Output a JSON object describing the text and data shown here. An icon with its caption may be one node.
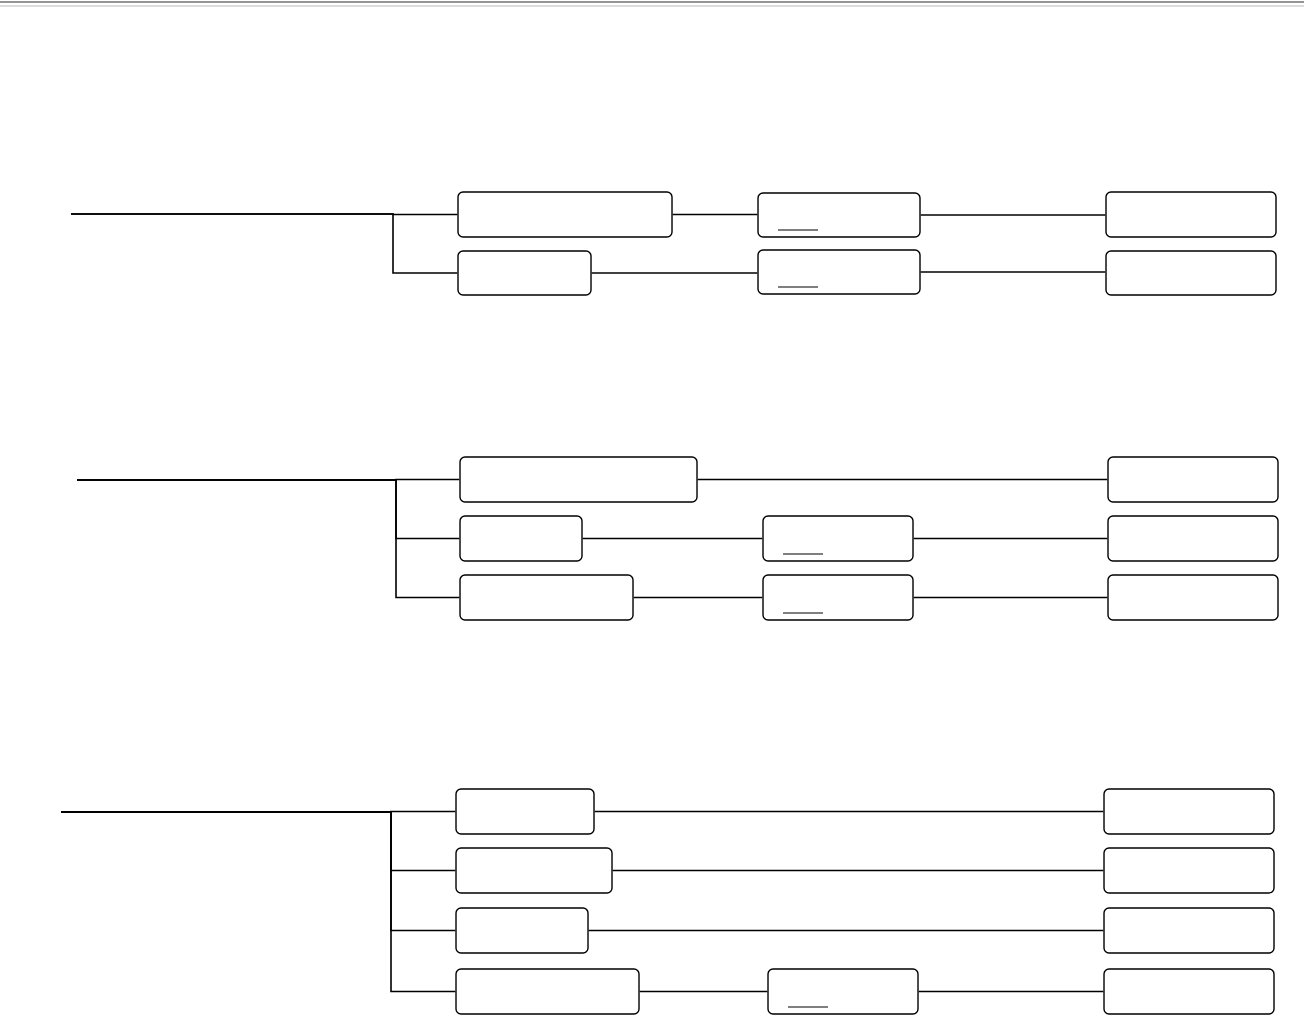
{
  "diagram": {
    "nodes": [
      {
        "text": [],
        "shape": "box"
      },
      {
        "text": [],
        "shape": "box"
      },
      {
        "text": [],
        "shape": "box"
      },
      {
        "text": [],
        "shape": "box"
      },
      {
        "text": [],
        "shape": "box"
      },
      {
        "text": [],
        "shape": "box"
      },
      {
        "text": [],
        "shape": "box"
      },
      {
        "text": [],
        "shape": "box"
      },
      {
        "text": [],
        "shape": "box"
      },
      {
        "text": [],
        "shape": "box"
      },
      {
        "text": [],
        "shape": "box"
      },
      {
        "text": [],
        "shape": "box"
      },
      {
        "text": [],
        "shape": "box"
      },
      {
        "text": [],
        "shape": "box"
      },
      {
        "text": [],
        "shape": "box"
      },
      {
        "text": [],
        "shape": "box"
      },
      {
        "text": [],
        "shape": "box"
      },
      {
        "text": [],
        "shape": "box"
      },
      {
        "text": [],
        "shape": "box"
      },
      {
        "text": [],
        "shape": "box"
      },
      {
        "text": [],
        "shape": "box"
      },
      {
        "text": [],
        "shape": "box"
      },
      {
        "text": [],
        "shape": "box"
      }
    ],
    "edges": [
      {
        "from": null,
        "to": 0,
        "arrow": "none"
      },
      {
        "from": null,
        "to": 3,
        "arrow": "none"
      },
      {
        "from": 0,
        "to": 1,
        "arrow": "none"
      },
      {
        "from": 1,
        "to": 2,
        "arrow": "none"
      },
      {
        "from": 3,
        "to": 4,
        "arrow": "none"
      },
      {
        "from": 4,
        "to": 5,
        "arrow": "none"
      },
      {
        "from": null,
        "to": 6,
        "arrow": "none"
      },
      {
        "from": 6,
        "to": 7,
        "arrow": "none"
      },
      {
        "from": null,
        "to": 8,
        "arrow": "none"
      },
      {
        "from": 8,
        "to": 9,
        "arrow": "none"
      },
      {
        "from": 9,
        "to": 10,
        "arrow": "none"
      },
      {
        "from": null,
        "to": 11,
        "arrow": "none"
      },
      {
        "from": 11,
        "to": 12,
        "arrow": "none"
      },
      {
        "from": 12,
        "to": 13,
        "arrow": "none"
      },
      {
        "from": null,
        "to": 14,
        "arrow": "none"
      },
      {
        "from": 14,
        "to": 15,
        "arrow": "none"
      },
      {
        "from": null,
        "to": 16,
        "arrow": "none"
      },
      {
        "from": 16,
        "to": 17,
        "arrow": "none"
      },
      {
        "from": null,
        "to": 18,
        "arrow": "none"
      },
      {
        "from": 18,
        "to": 19,
        "arrow": "none"
      },
      {
        "from": null,
        "to": 20,
        "arrow": "none"
      },
      {
        "from": 20,
        "to": 21,
        "arrow": "none"
      },
      {
        "from": 21,
        "to": 22,
        "arrow": "none"
      }
    ]
  }
}
